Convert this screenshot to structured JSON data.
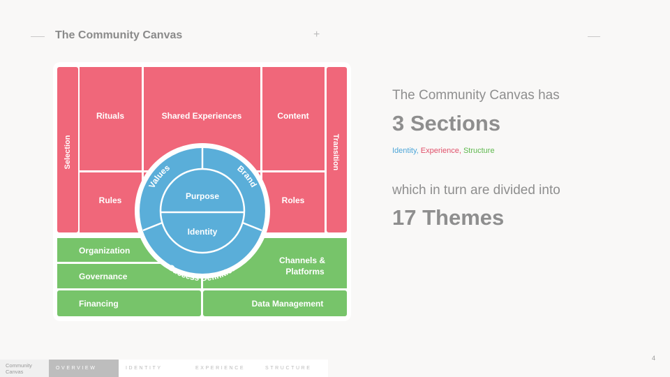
{
  "header": {
    "title": "The Community Canvas"
  },
  "canvas": {
    "colors": {
      "experience": "#f0677a",
      "structure": "#77c46a",
      "identity": "#5aaed9"
    },
    "experience": {
      "selection": "Selection",
      "rituals": "Rituals",
      "shared_experiences": "Shared Experiences",
      "content": "Content",
      "transition": "Transition",
      "rules": "Rules",
      "roles": "Roles"
    },
    "identity": {
      "values": "Values",
      "brand": "Brand",
      "purpose": "Purpose",
      "identity": "Identity",
      "success_definition": "Success Definition"
    },
    "structure": {
      "organization": "Organization",
      "governance": "Governance",
      "financing": "Financing",
      "channels_line1": "Channels &",
      "channels_line2": "Platforms",
      "data_management": "Data Management"
    }
  },
  "summary": {
    "intro": "The Community Canvas has",
    "sections": "3 Sections",
    "section_names": [
      {
        "label": "Identity",
        "color": "#4ea6d8"
      },
      {
        "label": "Experience",
        "color": "#e0506a"
      },
      {
        "label": "Structure",
        "color": "#5db84c"
      }
    ],
    "separator": ", ",
    "divided": "which in turn are divided into",
    "themes": "17 Themes"
  },
  "page_number": "4",
  "footer": {
    "brand_line1": "Community",
    "brand_line2": "Canvas",
    "tabs": [
      {
        "label": "OVERVIEW",
        "active": true
      },
      {
        "label": "IDENTITY",
        "active": false
      },
      {
        "label": "EXPERIENCE",
        "active": false
      },
      {
        "label": "STRUCTURE",
        "active": false
      }
    ]
  }
}
